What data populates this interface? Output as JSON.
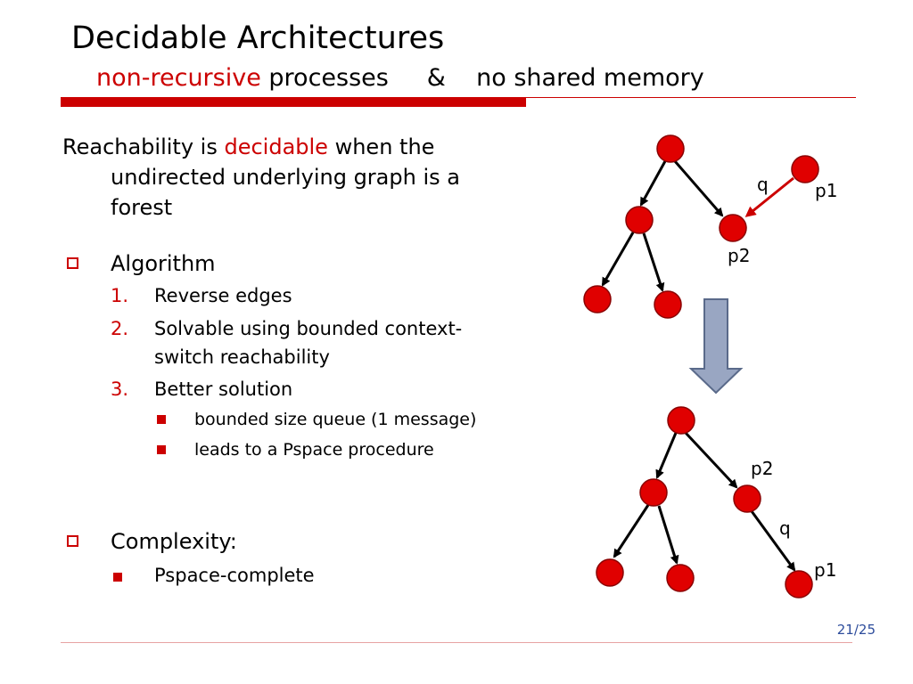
{
  "slide": {
    "title": "Decidable Architectures",
    "subtitle_red": "non-recursive",
    "subtitle_rest": " processes     &    no shared memory",
    "page": "21/25"
  },
  "body": {
    "intro_line1_a": "Reachability is ",
    "intro_line1_red": "decidable",
    "intro_line1_b": " when the",
    "intro_line2": "undirected underlying graph is a",
    "intro_line3": "forest",
    "algorithm": {
      "label": "Algorithm",
      "steps": [
        {
          "num": "1.",
          "text": "Reverse edges"
        },
        {
          "num": "2.",
          "text": "Solvable using bounded context-",
          "text2": "switch reachability"
        },
        {
          "num": "3.",
          "text": "Better solution"
        }
      ],
      "details": [
        "bounded size queue (1 message)",
        "leads to a Pspace procedure"
      ]
    },
    "complexity": {
      "label": "Complexity:",
      "items": [
        "Pspace-complete"
      ]
    }
  },
  "diagram": {
    "top_labels": {
      "q": "q",
      "p1": "p1",
      "p2": "p2"
    },
    "bottom_labels": {
      "p2": "p2",
      "q": "q",
      "p1": "p1"
    },
    "node_color": "#e00000",
    "node_border": "#8a0000",
    "arrow_color": "#000000",
    "message_arrow_color": "#cc0000",
    "big_arrow_fill": "#99a6c2",
    "big_arrow_border": "#5a6a8a"
  }
}
